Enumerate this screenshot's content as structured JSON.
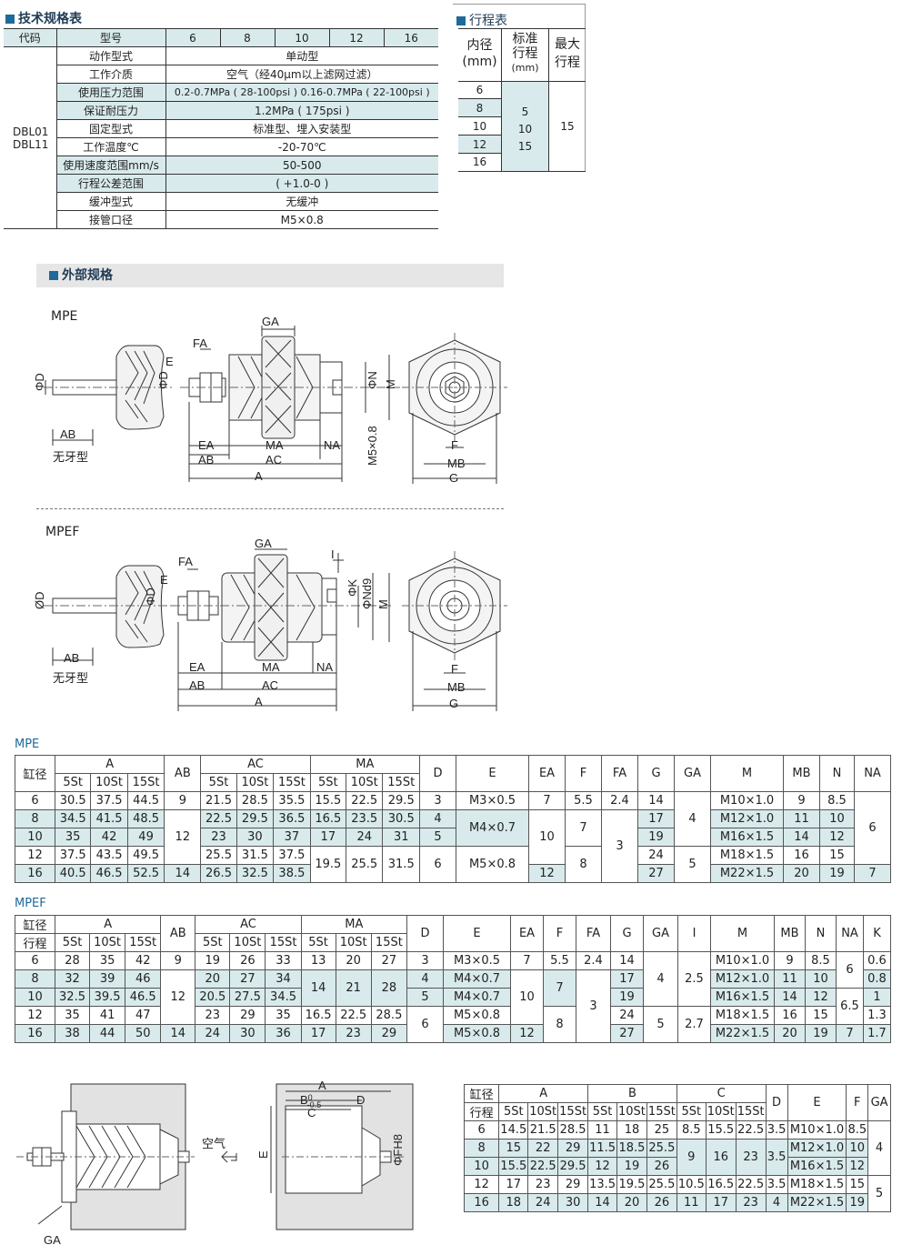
{
  "spec": {
    "title": "技术规格表",
    "head": {
      "code": "代码",
      "model": "型号",
      "sizes": [
        "6",
        "8",
        "10",
        "12",
        "16"
      ]
    },
    "codes": [
      "DBL01",
      "DBL11"
    ],
    "rows": [
      {
        "k": "动作型式",
        "v": "单动型"
      },
      {
        "k": "工作介质",
        "v": "空气（经40μm以上滤网过滤）"
      },
      {
        "k": "使用压力范围",
        "v": "0.2-0.7MPa ( 28-100psi )  0.16-0.7MPa ( 22-100psi )"
      },
      {
        "k": "保证耐压力",
        "v": "1.2MPa ( 175psi )"
      },
      {
        "k": "固定型式",
        "v": "标准型、埋入安装型"
      },
      {
        "k": "工作温度℃",
        "v": "-20-70℃"
      },
      {
        "k": "使用速度范围mm/s",
        "v": "50-500"
      },
      {
        "k": "行程公差范围",
        "v": "( +1.0-0 )"
      },
      {
        "k": "缓冲型式",
        "v": "无缓冲"
      },
      {
        "k": "接管口径",
        "v": "M5×0.8"
      }
    ]
  },
  "stroke": {
    "title": "行程表",
    "h_bore": "内径\n(mm)",
    "h_std": "标准\n行程",
    "h_std_unit": "(mm)",
    "h_max": "最大\n行程",
    "bores": [
      "6",
      "8",
      "10",
      "12",
      "16"
    ],
    "std": [
      "5",
      "10",
      "15"
    ],
    "max": "15"
  },
  "external": {
    "title": "外部规格"
  },
  "drawings": {
    "mpe": {
      "name": "MPE",
      "notype": "无牙型"
    },
    "mpef": {
      "name": "MPEF",
      "notype": "无牙型"
    },
    "air": "空气"
  },
  "mpe_table": {
    "label": "MPE",
    "h": {
      "bore": "缸径",
      "A": "A",
      "AB": "AB",
      "AC": "AC",
      "MA": "MA",
      "D": "D",
      "E": "E",
      "EA": "EA",
      "F": "F",
      "FA": "FA",
      "G": "G",
      "GA": "GA",
      "M": "M",
      "MB": "MB",
      "N": "N",
      "NA": "NA",
      "st": [
        "5St",
        "10St",
        "15St"
      ]
    },
    "rows": [
      [
        "6",
        "30.5",
        "37.5",
        "44.5",
        "9",
        "21.5",
        "28.5",
        "35.5",
        "15.5",
        "22.5",
        "29.5",
        "3",
        "M3×0.5",
        "7",
        "5.5",
        "2.4",
        "14",
        "4",
        "M10×1.0",
        "9",
        "8.5",
        "6"
      ],
      [
        "8",
        "34.5",
        "41.5",
        "48.5",
        "12",
        "22.5",
        "29.5",
        "36.5",
        "16.5",
        "23.5",
        "30.5",
        "4",
        "M4×0.7",
        "10",
        "7",
        "3",
        "17",
        "4",
        "M12×1.0",
        "11",
        "10",
        "6"
      ],
      [
        "10",
        "35",
        "42",
        "49",
        "12",
        "23",
        "30",
        "37",
        "17",
        "24",
        "31",
        "5",
        "M4×0.7",
        "10",
        "7",
        "3",
        "19",
        "4",
        "M16×1.5",
        "14",
        "12",
        "6"
      ],
      [
        "12",
        "37.5",
        "43.5",
        "49.5",
        "12",
        "25.5",
        "31.5",
        "37.5",
        "19.5",
        "25.5",
        "31.5",
        "6",
        "M5×0.8",
        "10",
        "8",
        "3",
        "24",
        "5",
        "M18×1.5",
        "16",
        "15",
        "6"
      ],
      [
        "16",
        "40.5",
        "46.5",
        "52.5",
        "14",
        "26.5",
        "32.5",
        "38.5",
        "19.5",
        "25.5",
        "31.5",
        "6",
        "M5×0.8",
        "12",
        "8",
        "3",
        "27",
        "5",
        "M22×1.5",
        "20",
        "19",
        "7"
      ]
    ]
  },
  "mpef_table": {
    "label": "MPEF",
    "h": {
      "bore": "缸径",
      "stroke": "行程",
      "A": "A",
      "AB": "AB",
      "AC": "AC",
      "MA": "MA",
      "D": "D",
      "E": "E",
      "EA": "EA",
      "F": "F",
      "FA": "FA",
      "G": "G",
      "GA": "GA",
      "I": "I",
      "M": "M",
      "MB": "MB",
      "N": "N",
      "NA": "NA",
      "K": "K",
      "st": [
        "5St",
        "10St",
        "15St"
      ]
    },
    "rows": [
      [
        "6",
        "28",
        "35",
        "42",
        "9",
        "19",
        "26",
        "33",
        "13",
        "20",
        "27",
        "3",
        "M3×0.5",
        "7",
        "5.5",
        "2.4",
        "14",
        "2.5",
        "M10×1.0",
        "9",
        "8.5",
        "6",
        "0.6"
      ],
      [
        "8",
        "32",
        "39",
        "46",
        "12",
        "20",
        "27",
        "34",
        "14",
        "21",
        "28",
        "4",
        "M4×0.7",
        "10",
        "7",
        "3",
        "17",
        "4",
        "M12×1.0",
        "11",
        "10",
        "6",
        "0.8"
      ],
      [
        "10",
        "32.5",
        "39.5",
        "46.5",
        "12",
        "20.5",
        "27.5",
        "34.5",
        "14",
        "21",
        "28",
        "5",
        "M4×0.7",
        "10",
        "7",
        "3",
        "19",
        "4",
        "M16×1.5",
        "14",
        "12",
        "6.5",
        "1"
      ],
      [
        "12",
        "35",
        "41",
        "47",
        "12",
        "23",
        "29",
        "35",
        "16.5",
        "22.5",
        "28.5",
        "6",
        "M5×0.8",
        "10",
        "8",
        "3",
        "24",
        "5",
        "M18×1.5",
        "16",
        "15",
        "6.5",
        "1.3"
      ],
      [
        "16",
        "38",
        "44",
        "50",
        "14",
        "24",
        "30",
        "36",
        "17",
        "23",
        "29",
        "6",
        "M5×0.8",
        "12",
        "8",
        "3",
        "27",
        "5",
        "M22×1.5",
        "20",
        "19",
        "7",
        "1.7"
      ]
    ],
    "GA": [
      "4",
      "5"
    ],
    "I": [
      "2.5",
      "2.7"
    ]
  },
  "mount_table": {
    "h": {
      "bore": "缸径",
      "stroke": "行程",
      "A": "A",
      "B": "B",
      "C": "C",
      "D": "D",
      "E": "E",
      "F": "F",
      "GA": "GA",
      "st": [
        "5St",
        "10St",
        "15St"
      ]
    },
    "rows": [
      [
        "6",
        "14.5",
        "21.5",
        "28.5",
        "11",
        "18",
        "25",
        "8.5",
        "15.5",
        "22.5",
        "3.5",
        "M10×1.0",
        "8.5"
      ],
      [
        "8",
        "15",
        "22",
        "29",
        "11.5",
        "18.5",
        "25.5",
        "9",
        "16",
        "23",
        "3.5",
        "M12×1.0",
        "10"
      ],
      [
        "10",
        "15.5",
        "22.5",
        "29.5",
        "12",
        "19",
        "26",
        "9",
        "16",
        "23",
        "3.5",
        "M16×1.5",
        "12"
      ],
      [
        "12",
        "17",
        "23",
        "29",
        "13.5",
        "19.5",
        "25.5",
        "10.5",
        "16.5",
        "22.5",
        "3.5",
        "M18×1.5",
        "15"
      ],
      [
        "16",
        "18",
        "24",
        "30",
        "14",
        "20",
        "26",
        "11",
        "17",
        "23",
        "4",
        "M22×1.5",
        "19"
      ]
    ],
    "GA": [
      "4",
      "5"
    ]
  }
}
